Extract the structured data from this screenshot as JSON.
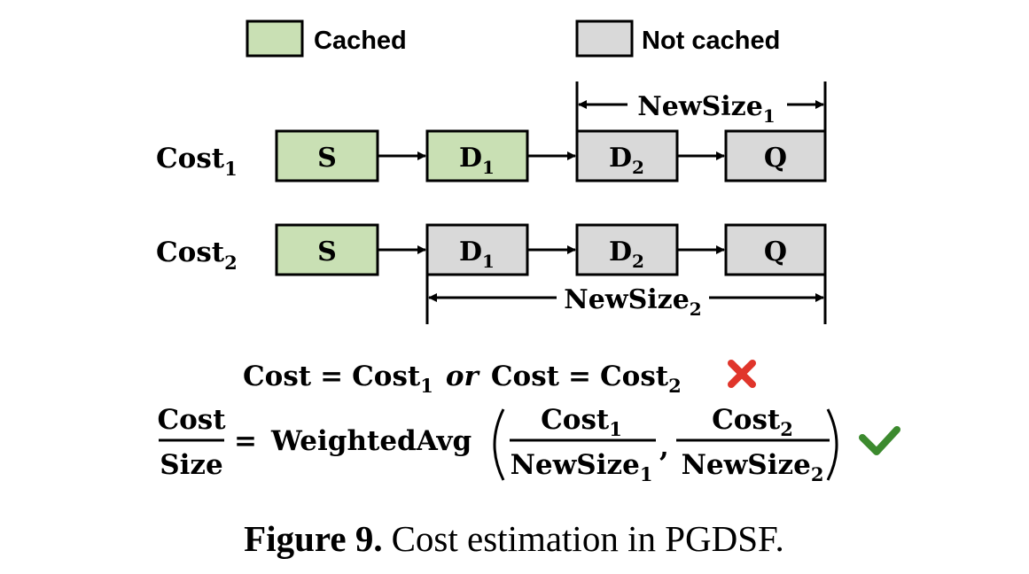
{
  "legend": {
    "cached_label": "Cached",
    "not_cached_label": "Not cached"
  },
  "colors": {
    "cached": "#c9e0b4",
    "not_cached": "#d9d9d9",
    "border": "#000000",
    "cross": "#e0352b",
    "check": "#3c8a2e"
  },
  "rows": [
    {
      "label": {
        "base": "Cost",
        "sub": "1"
      },
      "nodes": [
        {
          "base": "S",
          "sub": "",
          "state": "cached"
        },
        {
          "base": "D",
          "sub": "1",
          "state": "cached"
        },
        {
          "base": "D",
          "sub": "2",
          "state": "not_cached"
        },
        {
          "base": "Q",
          "sub": "",
          "state": "not_cached"
        }
      ],
      "span": {
        "base": "NewSize",
        "sub": "1",
        "position": "above"
      }
    },
    {
      "label": {
        "base": "Cost",
        "sub": "2"
      },
      "nodes": [
        {
          "base": "S",
          "sub": "",
          "state": "cached"
        },
        {
          "base": "D",
          "sub": "1",
          "state": "not_cached"
        },
        {
          "base": "D",
          "sub": "2",
          "state": "not_cached"
        },
        {
          "base": "Q",
          "sub": "",
          "state": "not_cached"
        }
      ],
      "span": {
        "base": "NewSize",
        "sub": "2",
        "position": "below"
      }
    }
  ],
  "equations": {
    "wrong": {
      "lhs": "Cost",
      "equals": "=",
      "term1": {
        "base": "Cost",
        "sub": "1"
      },
      "connector": "or",
      "lhs2": "Cost",
      "term2": {
        "base": "Cost",
        "sub": "2"
      },
      "mark": "cross-icon"
    },
    "right": {
      "frac_num": "Cost",
      "frac_den": "Size",
      "equals": "=",
      "func": "WeightedAvg",
      "arg1": {
        "num": {
          "base": "Cost",
          "sub": "1"
        },
        "den": {
          "base": "NewSize",
          "sub": "1"
        }
      },
      "comma": ",",
      "arg2": {
        "num": {
          "base": "Cost",
          "sub": "2"
        },
        "den": {
          "base": "NewSize",
          "sub": "2"
        }
      },
      "mark": "check-icon"
    }
  },
  "caption": {
    "label": "Figure 9.",
    "text": "Cost estimation in PGDSF."
  }
}
